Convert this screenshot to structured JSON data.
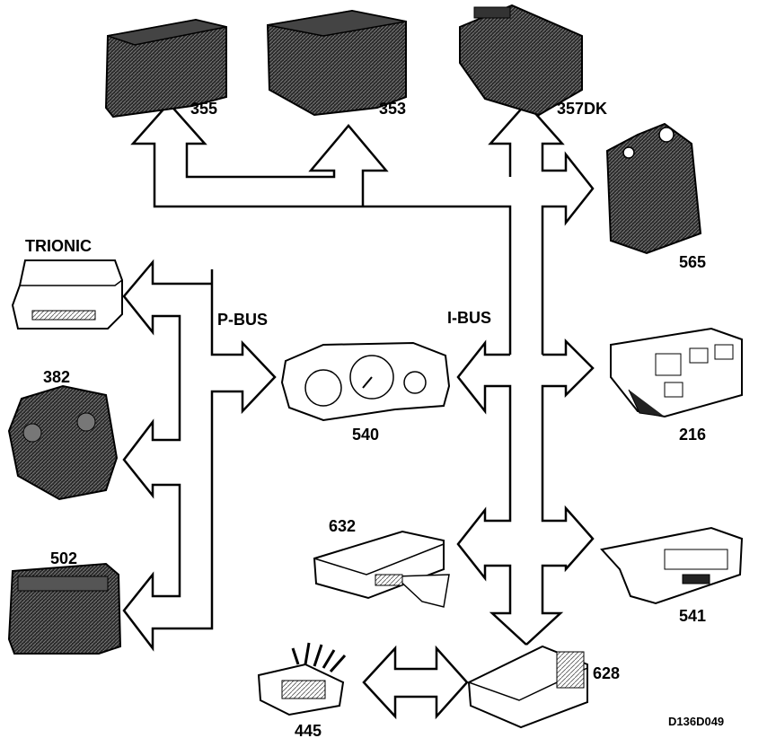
{
  "diagram": {
    "bus_labels": {
      "pbus": "P-BUS",
      "ibus": "I-BUS"
    },
    "modules": {
      "m355": "355",
      "m353": "353",
      "m357dk": "357DK",
      "m565": "565",
      "trionic": "TRIONIC",
      "m382": "382",
      "m502": "502",
      "m540": "540",
      "m216": "216",
      "m632": "632",
      "m541": "541",
      "m628": "628",
      "m445": "445"
    },
    "reference_code": "D136D049"
  }
}
